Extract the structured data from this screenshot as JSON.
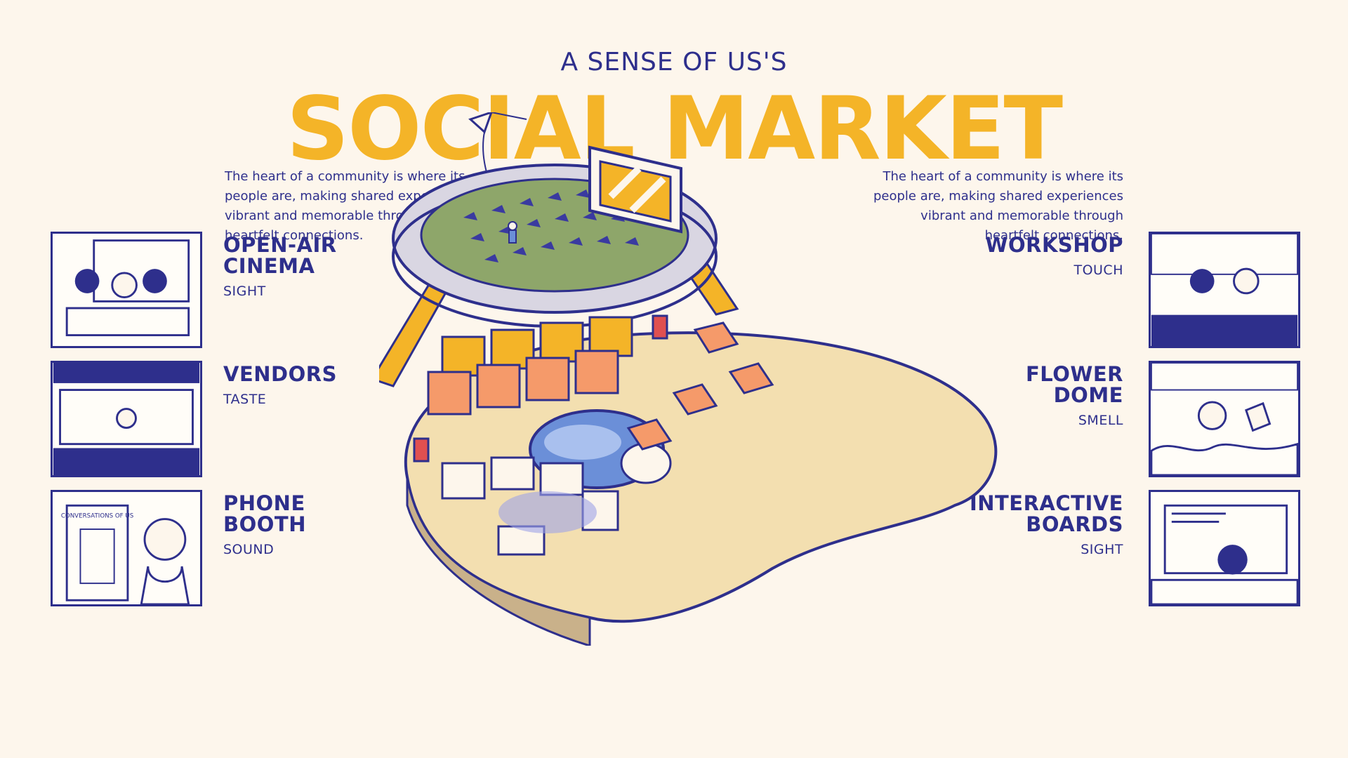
{
  "header": {
    "subtitle": "A SENSE OF US'S",
    "title": "SOCIAL MARKET"
  },
  "descriptions": {
    "left": "The heart of a community is where its people are, making shared experiences vibrant and memorable through heartfelt connections.",
    "right": "The heart of a community is where its people are, making shared experiences vibrant and memorable through heartfelt connections."
  },
  "features_left": [
    {
      "name": "OPEN-AIR CINEMA",
      "sense": "SIGHT",
      "icon": "cinema-scene-illustration"
    },
    {
      "name": "VENDORS",
      "sense": "TASTE",
      "icon": "vendor-stall-illustration"
    },
    {
      "name": "PHONE BOOTH",
      "sense": "SOUND",
      "icon": "phone-booth-illustration"
    }
  ],
  "features_right": [
    {
      "name": "WORKSHOP",
      "sense": "TOUCH",
      "icon": "workshop-illustration"
    },
    {
      "name": "FLOWER DOME",
      "sense": "SMELL",
      "icon": "flower-dome-illustration"
    },
    {
      "name": "INTERACTIVE BOARDS",
      "sense": "SIGHT",
      "icon": "interactive-board-illustration"
    }
  ],
  "panel_text": {
    "phone_booth_sign": "CONVERSATIONS OF US"
  },
  "colors": {
    "background": "#fdf6ec",
    "ink": "#2e2f8c",
    "accent_yellow": "#f4b428",
    "lawn_green": "#8ea66a",
    "ground_sand": "#f3dfb0",
    "stall_orange": "#f59a6a",
    "dome_blue": "#6b8fd8"
  }
}
